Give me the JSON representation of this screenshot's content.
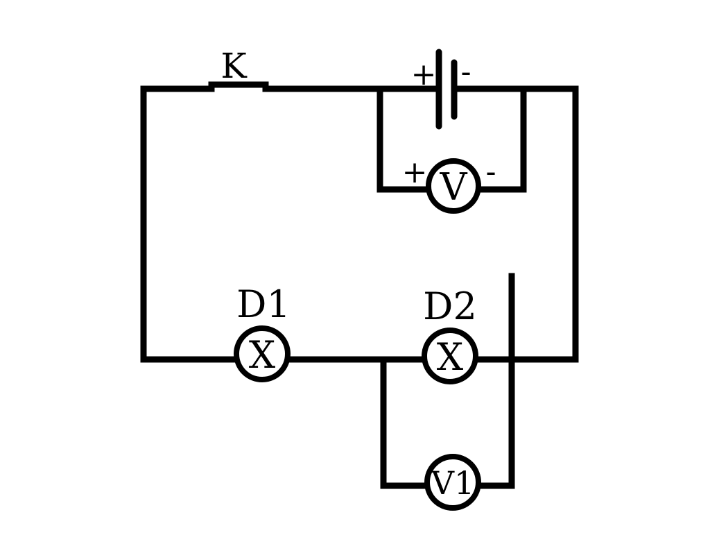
{
  "labels": {
    "switch": "K",
    "lamp1": "D1",
    "lamp2": "D2",
    "lamp_symbol": "X",
    "voltmeter": "V",
    "voltmeter1": "V1",
    "plus": "+",
    "minus": "-"
  },
  "colors": {
    "ink": "#000000",
    "background": "#ffffff"
  }
}
